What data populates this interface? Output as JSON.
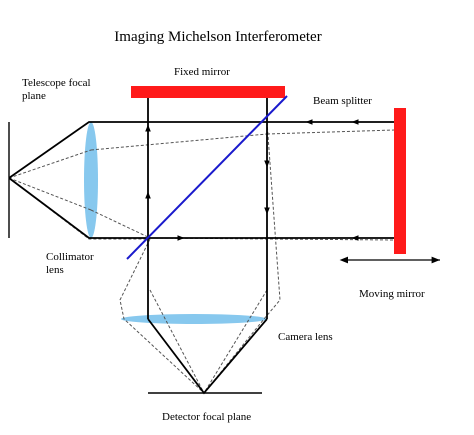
{
  "title": "Imaging Michelson Interferometer",
  "labels": {
    "telescope_line1": "Telescope focal",
    "telescope_line2": "plane",
    "fixed_mirror": "Fixed mirror",
    "beam_splitter": "Beam splitter",
    "collimator_line1": "Collimator",
    "collimator_line2": "lens",
    "moving_mirror": "Moving mirror",
    "camera_lens": "Camera lens",
    "detector": "Detector focal plane"
  },
  "colors": {
    "mirror": "#ff1a1a",
    "lens": "#87c8ee",
    "beam_splitter": "#1a1acc",
    "ray": "#000000",
    "dashed_ray": "#555555"
  }
}
